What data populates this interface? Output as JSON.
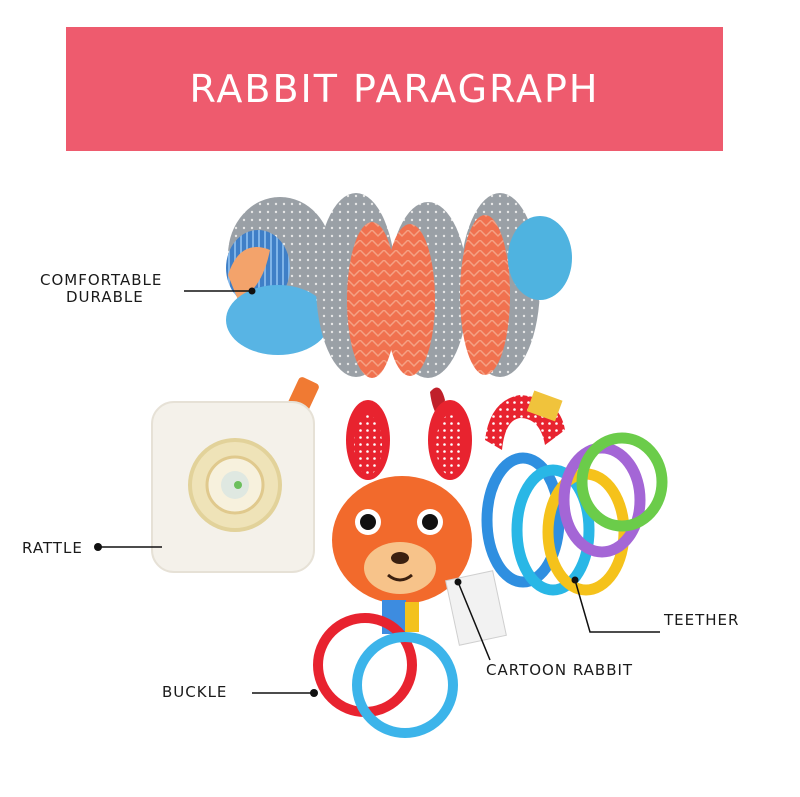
{
  "banner": {
    "title": "RABBIT PARAGRAPH"
  },
  "labels": {
    "comfortable": "COMFORTABLE",
    "durable": "DURABLE",
    "rattle": "RATTLE",
    "teether": "TEETHER",
    "cartoon_rabbit": "CARTOON RABBIT",
    "buckle": "BUCKLE"
  },
  "colors": {
    "banner": "#ee5b6e",
    "coral": "#f0714f",
    "grey": "#9aa0a6",
    "blue": "#4fb3e0",
    "orange": "#f07a33",
    "red": "#e8232f"
  }
}
